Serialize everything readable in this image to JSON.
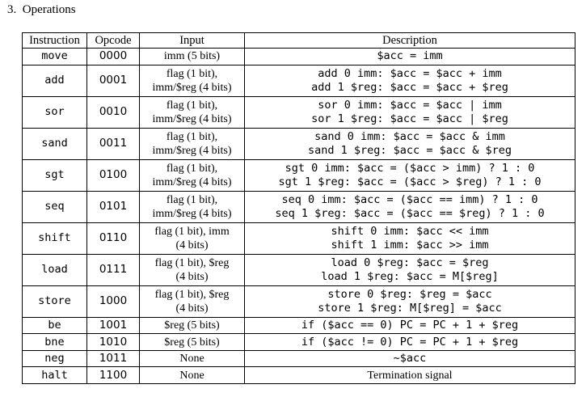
{
  "section": {
    "number": "3.",
    "title": "Operations"
  },
  "table": {
    "headers": [
      "Instruction",
      "Opcode",
      "Input",
      "Description"
    ],
    "rows": [
      {
        "instruction": "move",
        "opcode": "0000",
        "input": [
          "imm (5 bits)"
        ],
        "description": [
          "$acc = imm"
        ]
      },
      {
        "instruction": "add",
        "opcode": "0001",
        "input": [
          "flag (1 bit),",
          "imm/$reg (4 bits)"
        ],
        "description": [
          "add 0 imm: $acc = $acc + imm",
          "add 1 $reg: $acc = $acc + $reg"
        ]
      },
      {
        "instruction": "sor",
        "opcode": "0010",
        "input": [
          "flag (1 bit),",
          "imm/$reg (4 bits)"
        ],
        "description": [
          "sor 0 imm: $acc = $acc | imm",
          "sor 1 $reg: $acc = $acc | $reg"
        ]
      },
      {
        "instruction": "sand",
        "opcode": "0011",
        "input": [
          "flag (1 bit),",
          "imm/$reg (4 bits)"
        ],
        "description": [
          "sand 0 imm: $acc = $acc & imm",
          "sand 1 $reg: $acc = $acc & $reg"
        ]
      },
      {
        "instruction": "sgt",
        "opcode": "0100",
        "input": [
          "flag (1 bit),",
          "imm/$reg (4 bits)"
        ],
        "description": [
          "sgt 0 imm: $acc = ($acc > imm) ? 1 : 0",
          "sgt 1 $reg: $acc = ($acc > $reg) ? 1 : 0"
        ]
      },
      {
        "instruction": "seq",
        "opcode": "0101",
        "input": [
          "flag (1 bit),",
          "imm/$reg (4 bits)"
        ],
        "description": [
          "seq 0 imm: $acc = ($acc == imm) ? 1 : 0",
          "seq 1 $reg: $acc = ($acc == $reg) ? 1 : 0"
        ]
      },
      {
        "instruction": "shift",
        "opcode": "0110",
        "input": [
          "flag (1 bit), imm",
          "(4 bits)"
        ],
        "description": [
          "shift 0 imm: $acc << imm",
          "shift 1 imm: $acc >> imm"
        ]
      },
      {
        "instruction": "load",
        "opcode": "0111",
        "input": [
          "flag (1 bit), $reg",
          "(4 bits)"
        ],
        "description": [
          "load 0 $reg: $acc = $reg",
          "load 1 $reg: $acc = M[$reg]"
        ]
      },
      {
        "instruction": "store",
        "opcode": "1000",
        "input": [
          "flag (1 bit), $reg",
          "(4 bits)"
        ],
        "description": [
          "store 0 $reg: $reg = $acc",
          "store 1 $reg: M[$reg] = $acc"
        ]
      },
      {
        "instruction": "be",
        "opcode": "1001",
        "input": [
          "$reg (5 bits)"
        ],
        "description": [
          "if ($acc == 0) PC = PC + 1 + $reg"
        ]
      },
      {
        "instruction": "bne",
        "opcode": "1010",
        "input": [
          "$reg (5 bits)"
        ],
        "description": [
          "if ($acc != 0) PC = PC + 1 + $reg"
        ]
      },
      {
        "instruction": "neg",
        "opcode": "1011",
        "input": [
          "None"
        ],
        "description": [
          "~$acc"
        ]
      },
      {
        "instruction": "halt",
        "opcode": "1100",
        "input": [
          "None"
        ],
        "description": [
          "Termination signal"
        ],
        "description_style": "serif"
      }
    ]
  }
}
